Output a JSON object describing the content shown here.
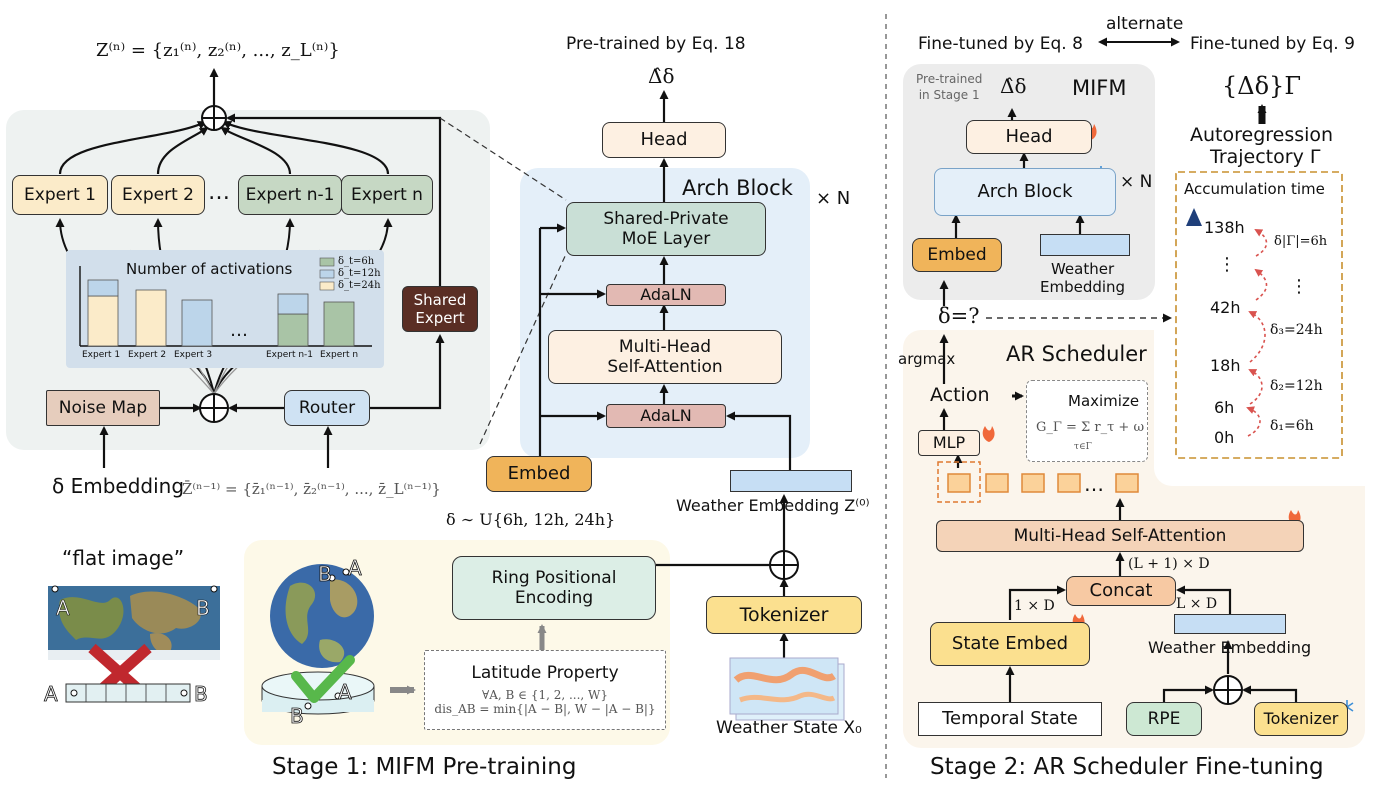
{
  "colors": {
    "expert_fill": "#fbebc9",
    "expert_green": "#c6d8c4",
    "head_fill": "#fdf0e2",
    "adaln_fill": "#e2b9b3",
    "embed_fill": "#f0b45a",
    "router_fill": "#cfe2f3",
    "noise_fill": "#e6cdbd",
    "shared_expert_fill": "#5a2e24",
    "arch_block_bg": "#e4eff9",
    "moe_panel_bg": "#eef2f1",
    "ring_pe_fill": "#dceee6",
    "tokenizer_fill": "#fbe08f",
    "concat_fill": "#f7c9a3",
    "state_embed_fill": "#fbe08f",
    "rpe_fill": "#cde8d3",
    "weather_emb_fill": "#c6def4",
    "mifm_bg": "#ececec",
    "ar_bg": "#fbf5ec",
    "cross": "#c0282e",
    "check": "#58b84b",
    "timeline_arrow": "#1f3f7a"
  },
  "stage1": {
    "z_out": "Z⁽ⁿ⁾ = {z₁⁽ⁿ⁾, z₂⁽ⁿ⁾, ..., z_L⁽ⁿ⁾}",
    "experts": [
      "Expert 1",
      "Expert 2",
      "Expert n-1",
      "Expert n"
    ],
    "ellipsis": "…",
    "activations_title": "Number of activations",
    "legend": [
      "δ_t=6h",
      "δ_t=12h",
      "δ_t=24h"
    ],
    "bar_labels": [
      "Expert 1",
      "Expert 2",
      "Expert 3",
      "Expert n-1",
      "Expert n"
    ],
    "shared_expert": [
      "Shared",
      "Expert"
    ],
    "noise_map": "Noise Map",
    "router": "Router",
    "delta_embedding": "δ Embedding",
    "z_bar": "Z̄⁽ⁿ⁻¹⁾ = {z̄₁⁽ⁿ⁻¹⁾, z̄₂⁽ⁿ⁻¹⁾, ..., z̄_L⁽ⁿ⁻¹⁾}",
    "pretrained_by": "Pre-trained by Eq. 18",
    "delta_hat": "Δ̂δ",
    "head": "Head",
    "arch_block": "Arch Block",
    "times_n": "× N",
    "moe_layer": [
      "Shared-Private",
      "MoE Layer"
    ],
    "adaln": "AdaLN",
    "mhsa": [
      "Multi-Head",
      "Self-Attention"
    ],
    "embed": "Embed",
    "delta_dist": "δ ∼ U{6h, 12h, 24h}",
    "weather_embedding": "Weather Embedding Z⁽⁰⁾",
    "flat_image": "“flat image”",
    "ring_pe": [
      "Ring Positional",
      "Encoding"
    ],
    "latitude_property": "Latitude Property",
    "lat_eq1": "∀A, B ∈ {1, 2, ..., W}",
    "lat_eq2": "dis_AB = min{|A − B|, W − |A − B|}",
    "tokenizer": "Tokenizer",
    "weather_state": "Weather State X₀",
    "point_a": "A",
    "point_b": "B",
    "stage_title": "Stage 1: MIFM Pre-training"
  },
  "stage2": {
    "finetuned_8": "Fine-tuned by Eq. 8",
    "alternate": "alternate",
    "finetuned_9": "Fine-tuned by Eq. 9",
    "pretrained_stage1": [
      "Pre-trained",
      "in Stage 1"
    ],
    "delta_hat": "Δ̂δ",
    "mifm": "MIFM",
    "head": "Head",
    "arch_block": "Arch Block",
    "times_n": "× N",
    "embed": "Embed",
    "weather_embedding": [
      "Weather",
      "Embedding"
    ],
    "delta_q": "δ=?",
    "argmax": "argmax",
    "ar_scheduler": "AR Scheduler",
    "action": "Action",
    "maximize": "Maximize",
    "g_eq": "G_Γ = Σ r_τ + ω",
    "g_sub": "τ∈Γ",
    "mlp": "MLP",
    "ellipsis": "…",
    "mhsa": "Multi-Head Self-Attention",
    "dim_concat": "(L + 1) × D",
    "concat": "Concat",
    "dim_1d": "1 × D",
    "dim_ld": "L × D",
    "state_embed": "State Embed",
    "weather_embedding2": "Weather Embedding",
    "temporal_state": "Temporal State",
    "rpe": "RPE",
    "tokenizer": "Tokenizer",
    "delta_set": "{Δδ}Γ",
    "autoregression": "Autoregression",
    "trajectory": "Trajectory Γ",
    "accumulation_time": "Accumulation time",
    "times": [
      "138h",
      "⋮",
      "42h",
      "18h",
      "6h",
      "0h"
    ],
    "deltas": [
      "δ|Γ|=6h",
      "⋮",
      "δ₃=24h",
      "δ₂=12h",
      "δ₁=6h"
    ],
    "stage_title": "Stage 2: AR Scheduler Fine-tuning"
  }
}
